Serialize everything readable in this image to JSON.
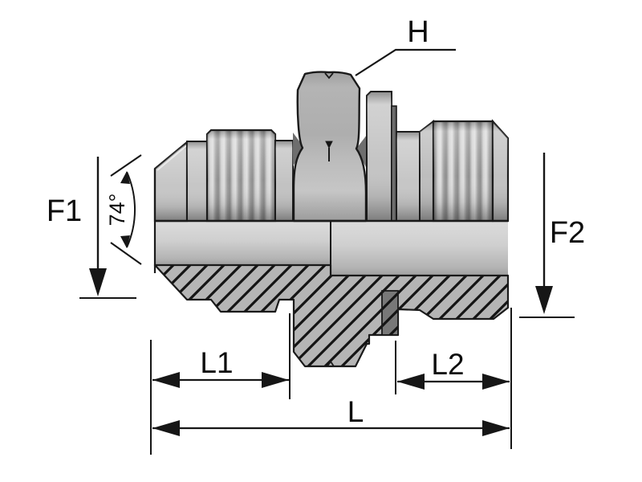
{
  "diagram": {
    "description": "technical drawing of male-male hydraulic adapter fitting, half-section view",
    "labels": {
      "hex_flats": "H",
      "flare_size": "F1",
      "thread_size": "F2",
      "flare_angle": "74°",
      "length_1": "L1",
      "length_2": "L2",
      "length_total": "L"
    },
    "colors": {
      "background": "#ffffff",
      "outline": "#1a1a1a",
      "dimension_line": "#161616",
      "label_text": "#0d0d0d",
      "body_light": "#d8d8d8",
      "body_mid": "#b5b5b5",
      "body_dark": "#6f6f6f",
      "hatch_fill": "#b5b5b5"
    }
  }
}
